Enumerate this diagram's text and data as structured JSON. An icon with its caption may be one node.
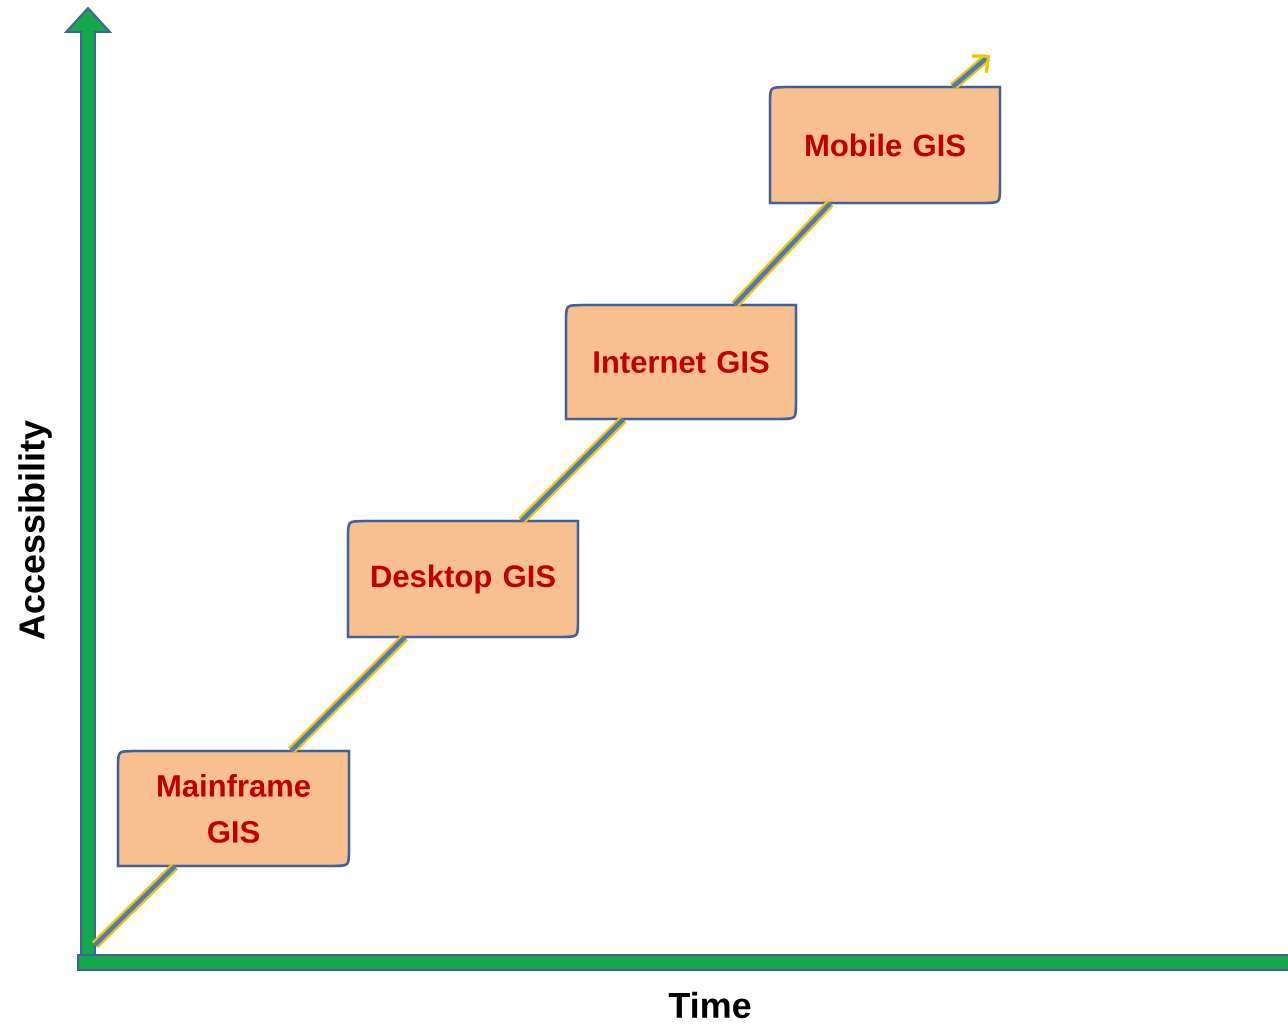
{
  "diagram": {
    "nodes": [
      {
        "text": [
          "Mainframe GIS"
        ]
      },
      {
        "text": [
          "Desktop GIS"
        ]
      },
      {
        "text": [
          "Internet GIS"
        ]
      },
      {
        "text": [
          "Mobile GIS"
        ]
      }
    ],
    "edges": [
      {
        "from": null,
        "to": 0,
        "arrow": "none"
      },
      {
        "from": 0,
        "to": 1,
        "arrow": "none"
      },
      {
        "from": 1,
        "to": 2,
        "arrow": "none"
      },
      {
        "from": 2,
        "to": 3,
        "arrow": "none"
      },
      {
        "from": 3,
        "to": null,
        "arrow": "to"
      }
    ],
    "labels": [
      "Accessibility",
      "Time"
    ]
  }
}
